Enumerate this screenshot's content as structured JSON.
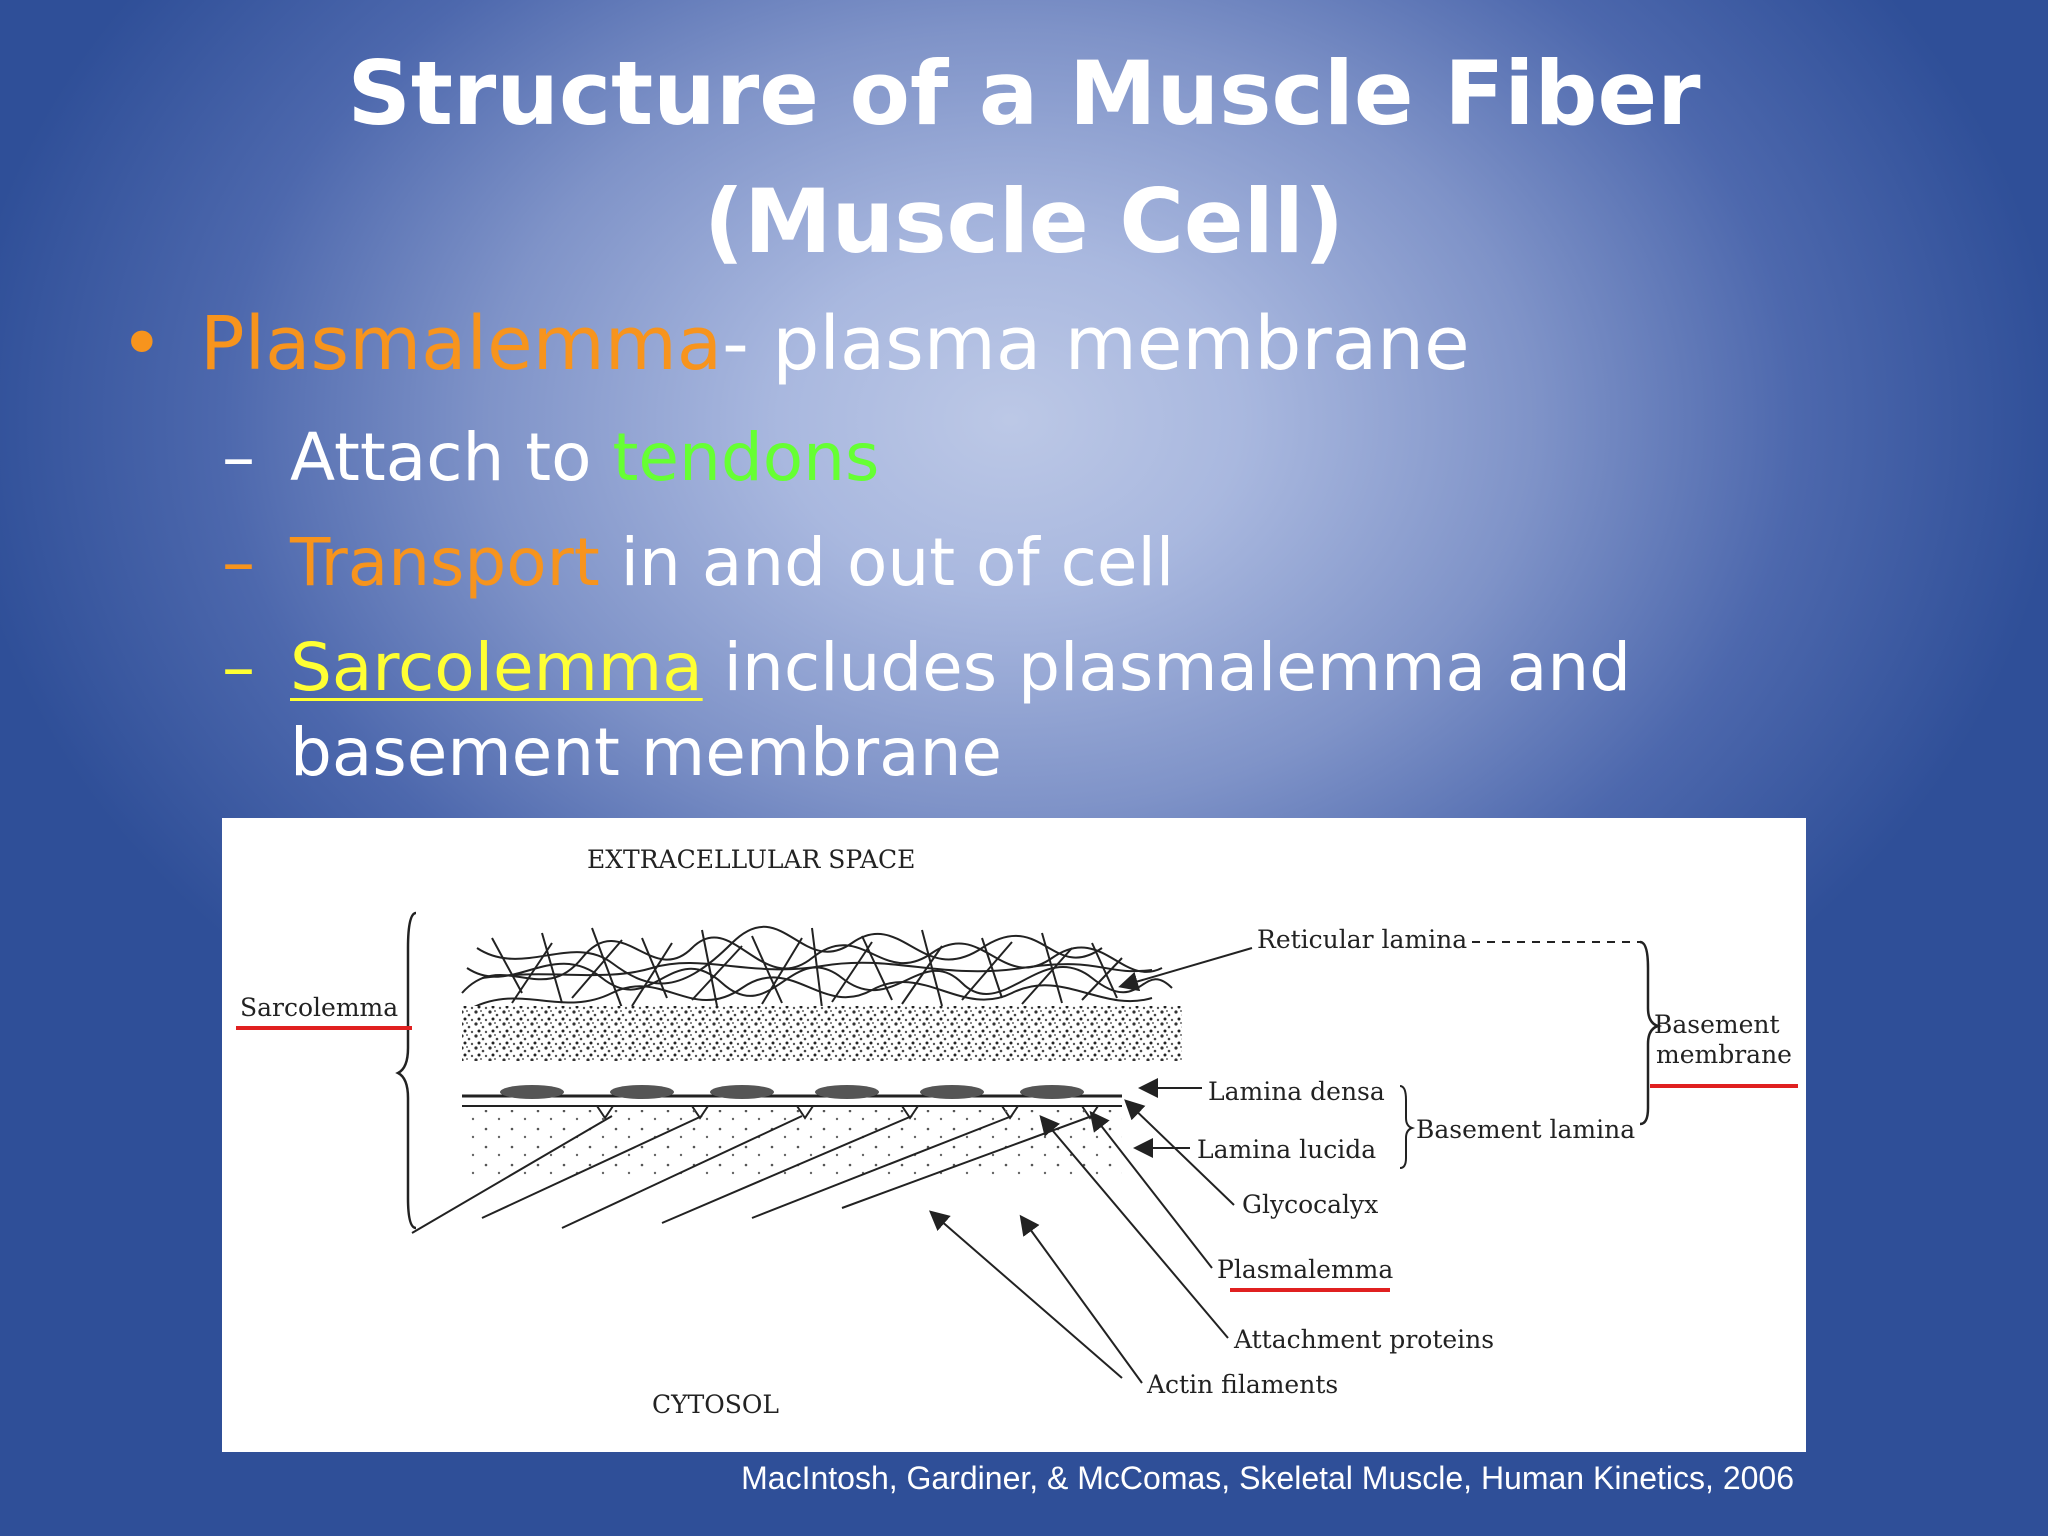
{
  "title": {
    "line1": "Structure of a Muscle Fiber",
    "line2": "(Muscle Cell)"
  },
  "bullet": {
    "marker": "•",
    "term": "Plasmalemma",
    "rest": "- plasma membrane"
  },
  "subpoints": [
    {
      "dash": "–",
      "highlight": "",
      "text_before": "Attach to ",
      "colored": "tendons",
      "text_after": ""
    },
    {
      "dash": "–",
      "colored": "Transport",
      "text_after": " in and out of cell"
    },
    {
      "dash": "–",
      "colored": "Sarcolemma",
      "text_after": " includes plasmalemma and",
      "continuation": "basement membrane"
    }
  ],
  "figure": {
    "labels": {
      "extracellular": "EXTRACELLULAR SPACE",
      "cytosol": "CYTOSOL",
      "sarcolemma": "Sarcolemma",
      "reticular": "Reticular lamina",
      "basement_membrane_1": "Basement",
      "basement_membrane_2": "membrane",
      "lamina_densa": "Lamina densa",
      "lamina_lucida": "Lamina lucida",
      "basement_lamina": "Basement lamina",
      "glycocalyx": "Glycocalyx",
      "plasmalemma": "Plasmalemma",
      "attachment": "Attachment proteins",
      "actin": "Actin filaments"
    },
    "colors": {
      "underline": "#e02020",
      "ink": "#222222"
    }
  },
  "caption": "MacIntosh, Gardiner, & McComas, Skeletal Muscle, Human Kinetics, 2006",
  "colors": {
    "orange": "#f7941d",
    "green": "#66ff33",
    "yellow": "#ffff33",
    "text": "#ffffff"
  }
}
